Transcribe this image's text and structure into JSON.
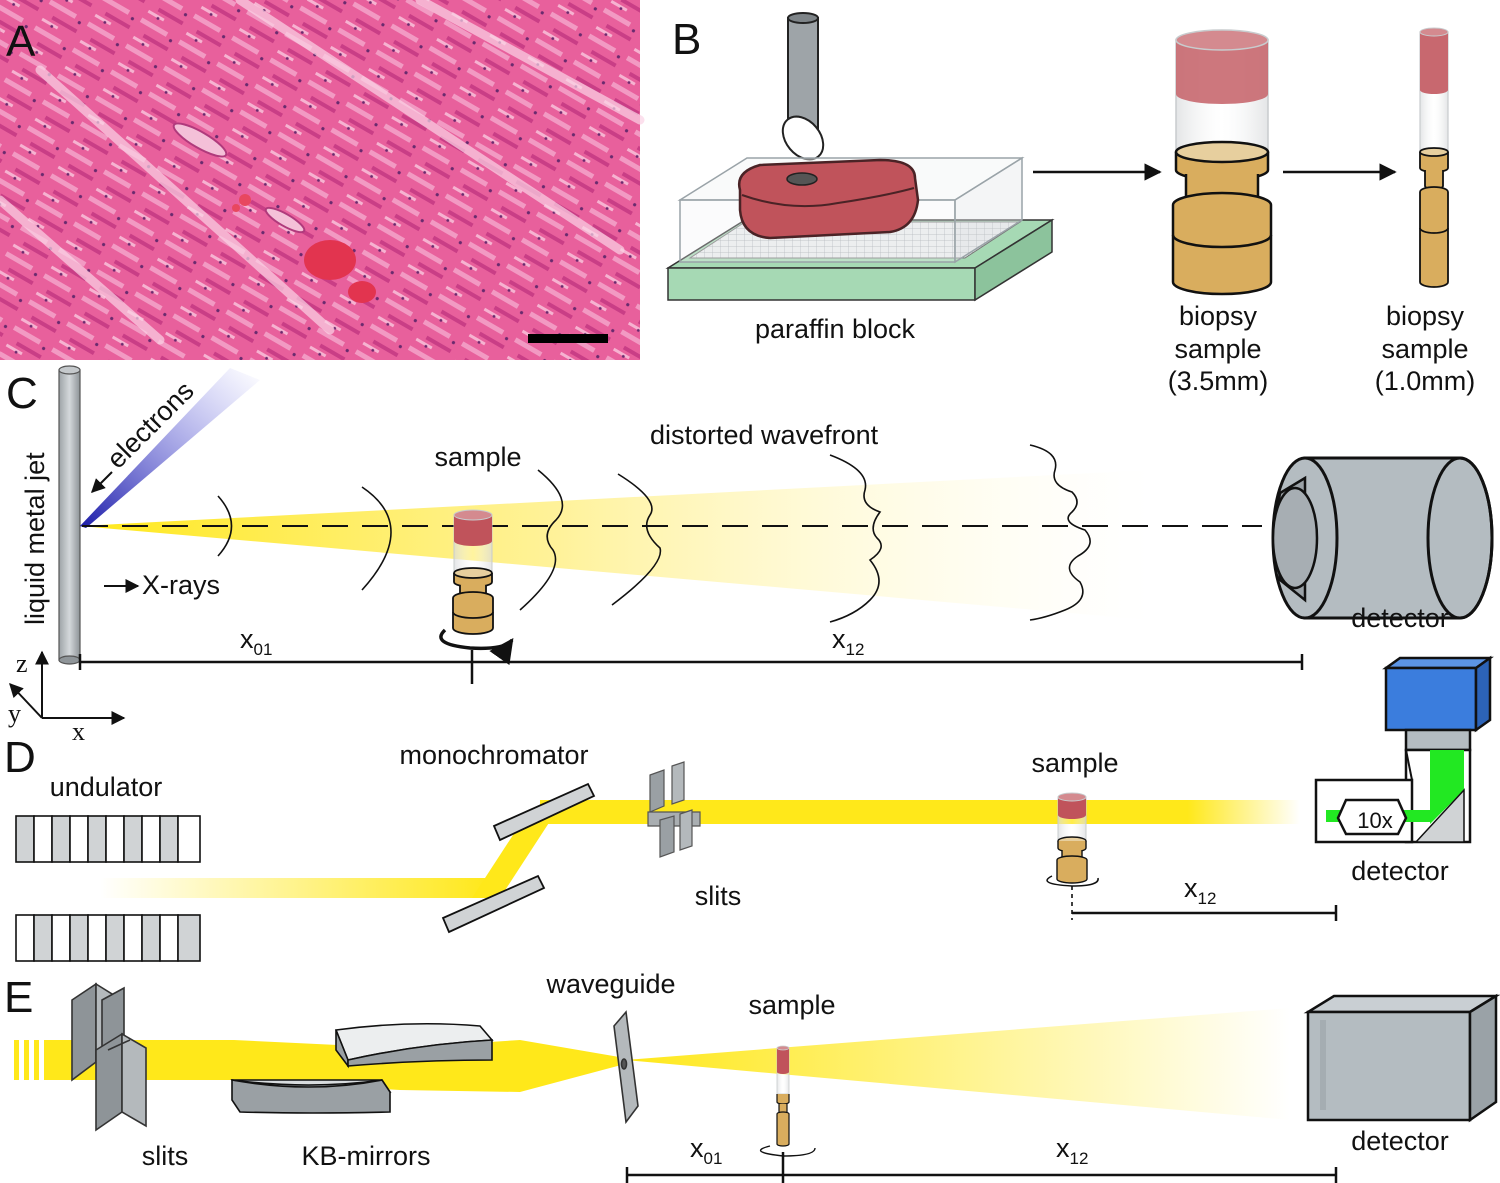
{
  "panels": {
    "A": {
      "letter": "A"
    },
    "B": {
      "letter": "B",
      "paraffin_label": "paraffin block",
      "biopsy_large": {
        "line1": "biopsy",
        "line2": "sample",
        "line3": "(3.5mm)"
      },
      "biopsy_small": {
        "line1": "biopsy",
        "line2": "sample",
        "line3": "(1.0mm)"
      }
    },
    "C": {
      "letter": "C",
      "jet_label": "liquid metal jet",
      "electrons_label": "electrons",
      "xrays_label": "X-rays",
      "sample_label": "sample",
      "wavefront_label": "distorted wavefront",
      "detector_label": "detector",
      "dist1": {
        "base": "x",
        "sub": "01"
      },
      "dist2": {
        "base": "x",
        "sub": "12"
      },
      "axes": {
        "z": "z",
        "y": "y",
        "x": "x"
      }
    },
    "D": {
      "letter": "D",
      "undulator_label": "undulator",
      "monochromator_label": "monochromator",
      "slits_label": "slits",
      "sample_label": "sample",
      "detector_label": "detector",
      "objective_label": "10x",
      "dist": {
        "base": "x",
        "sub": "12"
      }
    },
    "E": {
      "letter": "E",
      "slits_label": "slits",
      "kb_label": "KB-mirrors",
      "waveguide_label": "waveguide",
      "sample_label": "sample",
      "detector_label": "detector",
      "dist1": {
        "base": "x",
        "sub": "01"
      },
      "dist2": {
        "base": "x",
        "sub": "12"
      }
    }
  },
  "colors": {
    "tissue": "#e8609c",
    "beam": "#ffe81a",
    "sample_top": "#c0535b",
    "sample_gold": "#d9ad5e",
    "detector_grey": "#b4bcc1",
    "camera_blue": "#3b7ddd",
    "fluor_green": "#22e822",
    "substrate_green": "#a6d9b4",
    "electron_blue": "#2d2db5"
  }
}
